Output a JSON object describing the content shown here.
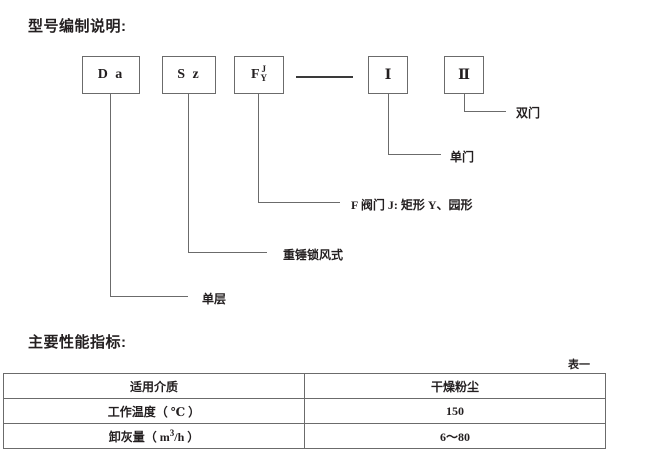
{
  "document": {
    "sections": [
      {
        "id": "model-code",
        "heading": "型号编制说明:"
      },
      {
        "id": "performance",
        "heading": "主要性能指标:"
      }
    ]
  },
  "model_code": {
    "heading": "型号编制说明:",
    "boxes": [
      {
        "id": "da",
        "text": "D a"
      },
      {
        "id": "sz",
        "text": "S z"
      },
      {
        "id": "fjy",
        "main": "F",
        "upper": "J",
        "lower": "Y"
      },
      {
        "id": "roman-1",
        "text": "Ⅰ"
      },
      {
        "id": "roman-2",
        "text": "Ⅱ"
      }
    ],
    "annotations": [
      {
        "id": "double-door",
        "text": "双门",
        "source_box": "roman-2"
      },
      {
        "id": "single-door",
        "text": "单门",
        "source_box": "roman-1"
      },
      {
        "id": "valve-shape",
        "text": "F 阀门 J: 矩形  Y、园形",
        "source_box": "fjy"
      },
      {
        "id": "weight-lock",
        "text": "重锤锁风式",
        "source_box": "sz"
      },
      {
        "id": "single-layer",
        "text": "单层",
        "source_box": "da"
      }
    ]
  },
  "performance": {
    "heading": "主要性能指标:",
    "table_caption": "表一",
    "rows": [
      {
        "label": "适用介质",
        "value": "干燥粉尘"
      },
      {
        "label": "工作温度（ ℃ ）",
        "value": "150"
      },
      {
        "label_prefix": "卸灰量（ m",
        "label_sup": "3",
        "label_suffix": "/h ）",
        "value": "6～80"
      }
    ]
  },
  "colors": {
    "text": "#231f20",
    "rule": "#6b6b6b",
    "dash": "#3a3a3a",
    "background": "#ffffff"
  }
}
